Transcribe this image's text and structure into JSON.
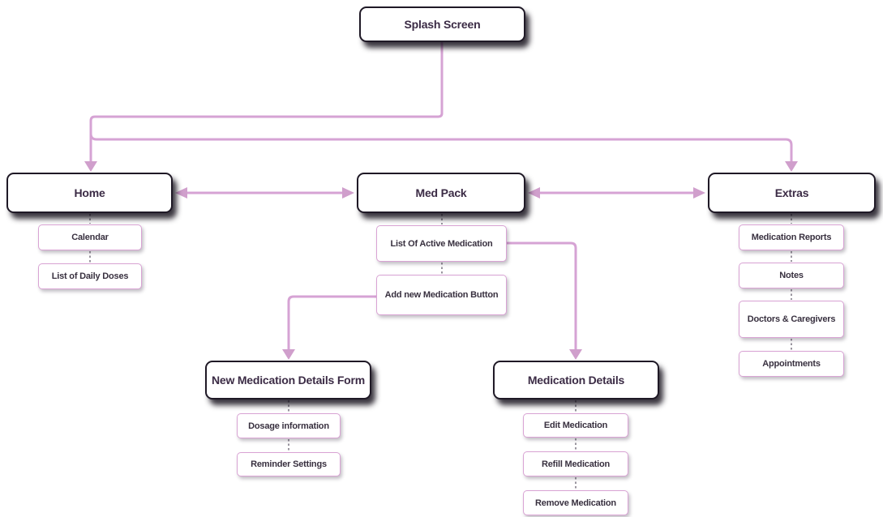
{
  "diagram": {
    "type": "app-sitemap-flowchart",
    "colors": {
      "background": "#ffffff",
      "connector_pink": "#d6a3d4",
      "arrowhead_pink": "#d09fcc",
      "dashed_link_gray": "#6e6876",
      "main_node_border": "#1f1926",
      "main_node_text": "#3b2b45",
      "sub_node_border": "#d9a3d4",
      "sub_node_text": "#38303f",
      "node_fill": "#ffffff"
    },
    "nodes": {
      "splash": {
        "label": "Splash Screen",
        "level": "main"
      },
      "home": {
        "label": "Home",
        "level": "main"
      },
      "med_pack": {
        "label": "Med Pack",
        "level": "main"
      },
      "extras": {
        "label": "Extras",
        "level": "main"
      },
      "calendar": {
        "label": "Calendar",
        "level": "sub",
        "parent": "Home"
      },
      "daily_doses": {
        "label": "List of Daily Doses",
        "level": "sub",
        "parent": "Home"
      },
      "active_medication": {
        "label": "List Of Active Medication",
        "level": "sub",
        "parent": "Med Pack"
      },
      "add_new_medication": {
        "label": "Add new Medication Button",
        "level": "sub",
        "parent": "Med Pack"
      },
      "medication_reports": {
        "label": "Medication Reports",
        "level": "sub",
        "parent": "Extras"
      },
      "notes": {
        "label": "Notes",
        "level": "sub",
        "parent": "Extras"
      },
      "doctors_caregivers": {
        "label": "Doctors & Caregivers",
        "level": "sub",
        "parent": "Extras"
      },
      "appointments": {
        "label": "Appointments",
        "level": "sub",
        "parent": "Extras"
      },
      "new_medication_form": {
        "label": "New Medication Details Form",
        "level": "main"
      },
      "medication_details": {
        "label": "Medication Details",
        "level": "main"
      },
      "dosage_information": {
        "label": "Dosage information",
        "level": "sub",
        "parent": "New Medication Details Form"
      },
      "reminder_settings": {
        "label": "Reminder Settings",
        "level": "sub",
        "parent": "New Medication Details Form"
      },
      "edit_medication": {
        "label": "Edit Medication",
        "level": "sub",
        "parent": "Medication Details"
      },
      "refill_medication": {
        "label": "Refill Medication",
        "level": "sub",
        "parent": "Medication Details"
      },
      "remove_medication": {
        "label": "Remove Medication",
        "level": "sub",
        "parent": "Medication Details"
      }
    },
    "edges": [
      {
        "from": "Splash Screen",
        "to": "Home",
        "style": "arrow"
      },
      {
        "from": "Splash Screen",
        "to": "Extras",
        "style": "arrow"
      },
      {
        "from": "Home",
        "to": "Med Pack",
        "style": "double-arrow"
      },
      {
        "from": "Med Pack",
        "to": "Extras",
        "style": "double-arrow"
      },
      {
        "from": "List Of Active Medication",
        "to": "Medication Details",
        "style": "arrow"
      },
      {
        "from": "Add new Medication Button",
        "to": "New Medication Details Form",
        "style": "arrow"
      },
      {
        "from": "Med Pack",
        "to": "List Of Active Medication",
        "style": "dashed"
      },
      {
        "from": "List Of Active Medication",
        "to": "Add new Medication Button",
        "style": "dashed"
      },
      {
        "from": "Home",
        "to": "Calendar",
        "style": "dashed"
      },
      {
        "from": "Calendar",
        "to": "List of Daily Doses",
        "style": "dashed"
      },
      {
        "from": "Extras",
        "to": "Medication Reports",
        "style": "dashed"
      },
      {
        "from": "Medication Reports",
        "to": "Notes",
        "style": "dashed"
      },
      {
        "from": "Notes",
        "to": "Doctors & Caregivers",
        "style": "dashed"
      },
      {
        "from": "Doctors & Caregivers",
        "to": "Appointments",
        "style": "dashed"
      },
      {
        "from": "New Medication Details Form",
        "to": "Dosage information",
        "style": "dashed"
      },
      {
        "from": "Dosage information",
        "to": "Reminder Settings",
        "style": "dashed"
      },
      {
        "from": "Medication Details",
        "to": "Edit Medication",
        "style": "dashed"
      },
      {
        "from": "Edit Medication",
        "to": "Refill Medication",
        "style": "dashed"
      },
      {
        "from": "Refill Medication",
        "to": "Remove Medication",
        "style": "dashed"
      }
    ]
  }
}
